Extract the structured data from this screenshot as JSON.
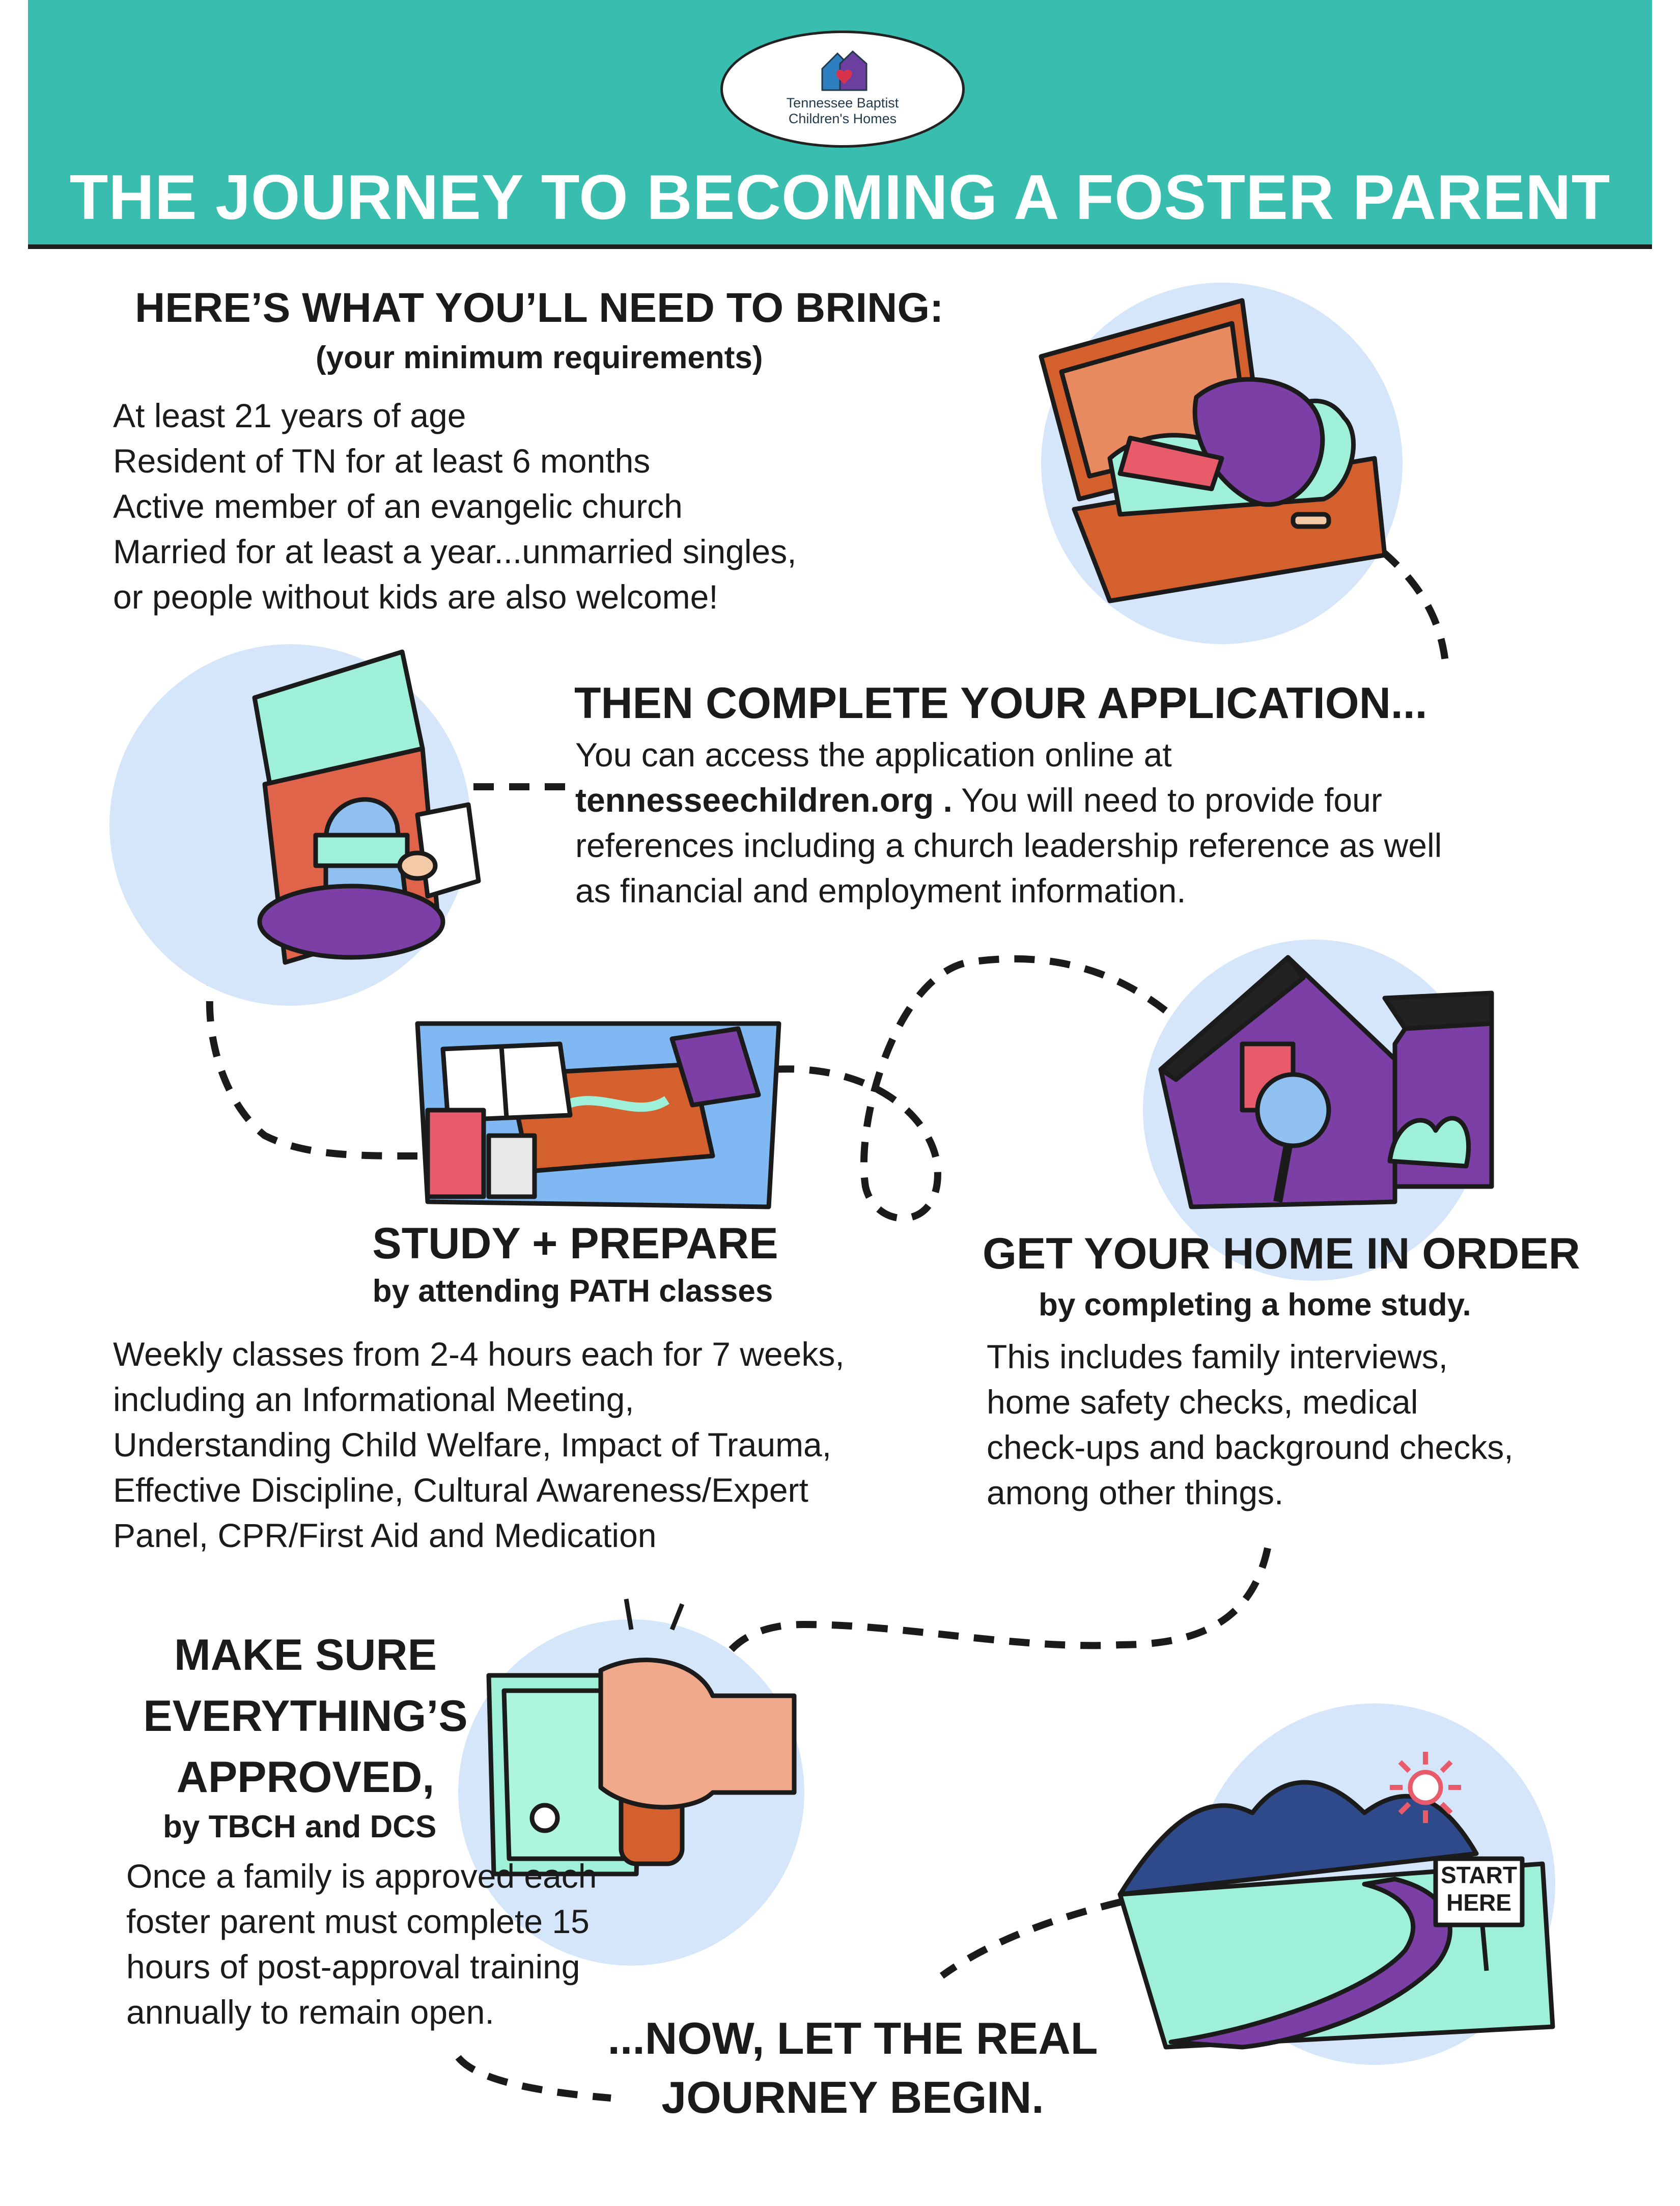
{
  "header": {
    "logo_text_line1": "Tennessee Baptist",
    "logo_text_line2": "Children's Homes",
    "title": "THE JOURNEY TO BECOMING A FOSTER PARENT"
  },
  "section_bring": {
    "heading": "HERE’S WHAT YOU’LL NEED TO BRING:",
    "subheading": "(your minimum requirements)",
    "lines": [
      "At least 21 years of age",
      "Resident of TN for at least 6 months",
      "Active member of an evangelic church",
      "Married for at least a year...unmarried singles,",
      "or people without kids are also welcome!"
    ]
  },
  "section_application": {
    "heading": "THEN COMPLETE YOUR APPLICATION...",
    "line1": "You can access the application online at",
    "link": "tennesseechildren.org .",
    "line2_rest": " You will need to provide four",
    "line3": "references including a church leadership reference as well",
    "line4": "as financial and employment information."
  },
  "section_study": {
    "heading": "STUDY + PREPARE",
    "subheading": "by attending PATH classes",
    "lines": [
      "Weekly classes from 2-4 hours each for 7 weeks,",
      "including an Informational Meeting,",
      "Understanding Child Welfare, Impact of Trauma,",
      "Effective Discipline, Cultural Awareness/Expert",
      "Panel, CPR/First Aid and Medication"
    ]
  },
  "section_home": {
    "heading": "GET YOUR HOME IN ORDER",
    "subheading": "by completing a home study.",
    "lines": [
      "This includes family interviews,",
      "home safety checks, medical",
      "check-ups and background checks,",
      "among other things."
    ]
  },
  "section_approved": {
    "heading_lines": [
      "MAKE SURE",
      "EVERYTHING’S",
      "APPROVED,"
    ],
    "subheading": "by TBCH and DCS",
    "lines": [
      "Once a family is approved each",
      "foster parent must complete 15",
      "hours of post-approval training",
      "annually to remain open."
    ]
  },
  "section_begin": {
    "lines": [
      "...NOW, LET THE REAL",
      "JOURNEY BEGIN."
    ],
    "sign_text": [
      "START",
      "HERE"
    ]
  },
  "colors": {
    "header_teal": "#38bdae",
    "circle_blue": "#d5e6fa",
    "purple": "#7b3fa6",
    "orange": "#d4602e",
    "mint": "#9ff0d8"
  }
}
